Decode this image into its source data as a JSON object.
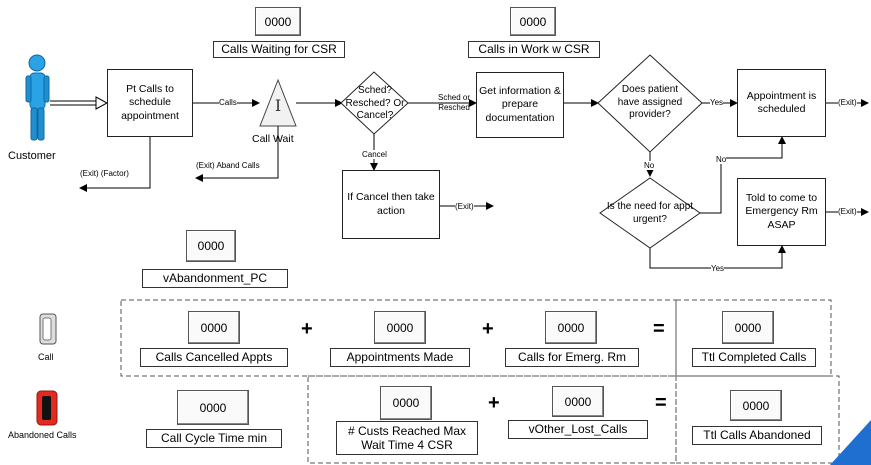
{
  "counters": {
    "waiting_csr": {
      "value": "0000",
      "label": "Calls Waiting for CSR"
    },
    "in_work_csr": {
      "value": "0000",
      "label": "Calls in Work w CSR"
    },
    "abandonment_pc": {
      "value": "0000",
      "label": "vAbandonment_PC"
    },
    "cancelled_appts": {
      "value": "0000",
      "label": "Calls Cancelled Appts"
    },
    "appointments_made": {
      "value": "0000",
      "label": "Appointments Made"
    },
    "calls_emerg": {
      "value": "0000",
      "label": "Calls for Emerg. Rm"
    },
    "ttl_completed": {
      "value": "0000",
      "label": "Ttl Completed Calls"
    },
    "cycle_time": {
      "value": "0000",
      "label": "Call Cycle Time min"
    },
    "custs_max_wait": {
      "value": "0000",
      "label": "# Custs Reached Max Wait Time 4 CSR"
    },
    "other_lost": {
      "value": "0000",
      "label": "vOther_Lost_Calls"
    },
    "ttl_abandoned": {
      "value": "0000",
      "label": "Ttl Calls Abandoned"
    }
  },
  "operators": {
    "plus": "+",
    "equals": "="
  },
  "nodes": {
    "customer": "Customer",
    "pt_calls": "Pt Calls to schedule appointment",
    "call_wait": "Call Wait",
    "sched_decision": "Sched? Resched? Or Cancel?",
    "get_info": "Get information & prepare documentation",
    "assigned_provider": "Does patient have assigned provider?",
    "appt_scheduled": "Appointment is scheduled",
    "cancel_action": "If Cancel then take action",
    "need_urgent": "Is the need for appt urgent?",
    "emergency": "Told to come to Emergency Rm ASAP"
  },
  "edge_labels": {
    "calls": "Calls",
    "sched_or_resched": "Sched or Resched",
    "cancel": "Cancel",
    "yes": "Yes",
    "no": "No",
    "exit": "(Exit)",
    "exit_factor": "(Exit) (Factor)",
    "exit_aband": "(Exit) Aband Calls"
  },
  "legend": {
    "call": "Call",
    "abandoned": "Abandoned Calls"
  }
}
